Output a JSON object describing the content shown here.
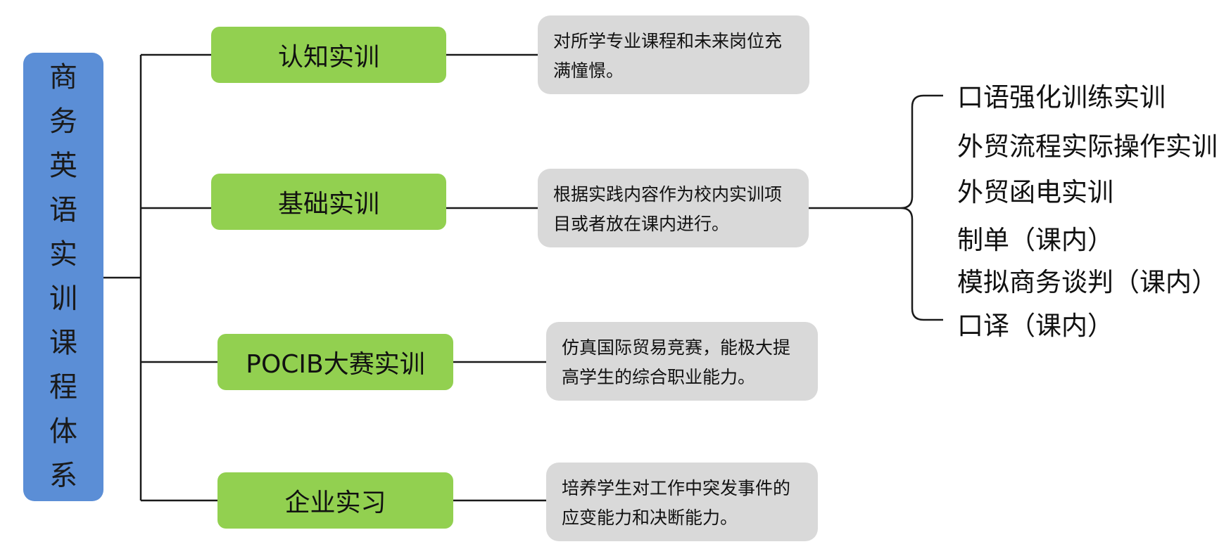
{
  "root": {
    "title": "商务英语实训课程体系"
  },
  "categories": [
    {
      "label": "认知实训",
      "description": "对所学专业课程和未来岗位充满憧憬。"
    },
    {
      "label": "基础实训",
      "description": "根据实践内容作为校内实训项目或者放在课内进行。"
    },
    {
      "label": "POCIB大赛实训",
      "description": "仿真国际贸易竞赛，能极大提高学生的综合职业能力。"
    },
    {
      "label": "企业实习",
      "description": "培养学生对工作中突发事件的应变能力和决断能力。"
    }
  ],
  "basic_subitems": [
    "口语强化训练实训",
    "外贸流程实际操作实训",
    "外贸函电实训",
    "制单（课内）",
    "模拟商务谈判（课内）",
    "口译（课内）"
  ],
  "colors": {
    "root": "#5b8ed6",
    "category": "#92d050",
    "description": "#d9d9d9",
    "line": "#1a1a1a"
  }
}
